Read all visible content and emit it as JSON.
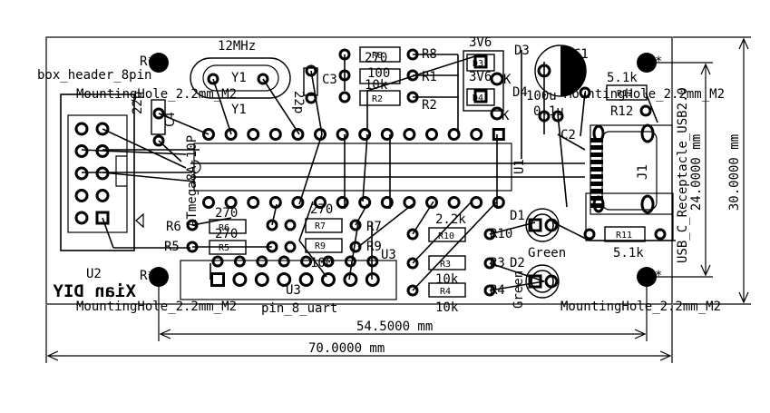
{
  "board": {
    "mirrored_label": "Xian DIY",
    "dims": {
      "width": "70.0000 mm",
      "height": "30.0000 mm",
      "inner_width": "54.5000 mm",
      "usb_height": "24.0000 mm"
    },
    "mounting_holes": [
      {
        "ref": "R**",
        "value": "MountingHole_2.2mm_M2"
      },
      {
        "ref": "R**",
        "value": "MountingHole_2.2mm_M2"
      },
      {
        "ref": "R**",
        "value": "MountingHole_2.2mm_M2"
      },
      {
        "ref": "R**",
        "value": "MountingHole_2.2mm_M2"
      }
    ],
    "labels": {
      "box_header": "box_header_8pin",
      "u2": "U2",
      "crystal_freq": "12MHz",
      "y1_a": "Y1",
      "y1_b": "Y1",
      "c3": "C3",
      "c3_val": "22p",
      "c4": "C4",
      "c4_val": "22p",
      "c1": "C1",
      "c1_val": "100u",
      "c2": "C2",
      "c2_val": "0.1u",
      "d3": "D3",
      "d3_val": "3V6",
      "d3_pad": "D3",
      "d4": "D4",
      "d4_val": "3V6",
      "d4_pad": "D4",
      "k1": "K",
      "k2": "K",
      "r8": "R8",
      "r8_val": "270",
      "r1": "R1",
      "r1_val": "100",
      "r1_pad": "10k",
      "r2": "R2",
      "r2_pad": "R2",
      "r12": "R12",
      "r12_val": "5.1k",
      "r12_pad": "R12",
      "r6": "R6",
      "r6_pad": "R6",
      "r6_val": "270",
      "r5": "R5",
      "r5_pad": "R5",
      "r5_val": "270",
      "r7": "R7",
      "r7_pad": "R7",
      "r7_val": "270",
      "r9": "R9",
      "r9_pad": "R9",
      "r9_val": "100",
      "r10": "R10",
      "r10_pad": "R10",
      "r10_val": "2.2k",
      "r3": "R3",
      "r3_pad": "R3",
      "r3_val": "10k",
      "r4": "R4",
      "r4_pad": "R4",
      "r4_val": "10k",
      "r11": "R11",
      "r11_val": "5.1k",
      "u1": "U1",
      "u1_val": "ATmega8A-10P",
      "u3": "U3",
      "u3_b": "U3",
      "u3_val": "pin_8_uart",
      "j1": "J1",
      "j1_val": "USB_C_Receptacle_USB2.0",
      "d1": "D1",
      "d1_val": "Green",
      "d2": "D2",
      "d2_val": "Green"
    }
  }
}
